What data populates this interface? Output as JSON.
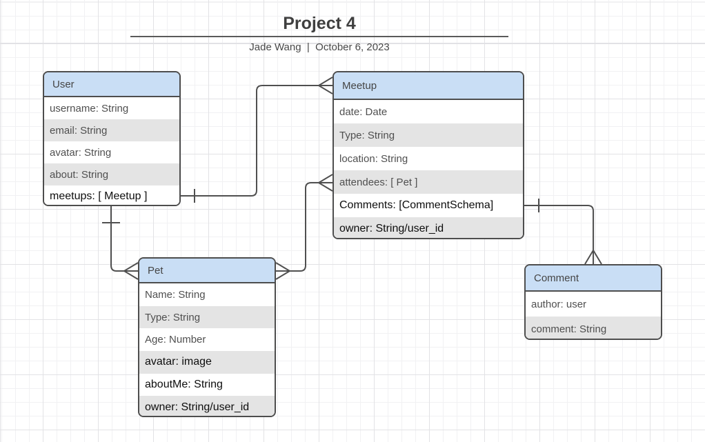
{
  "header": {
    "title": "Project 4",
    "subtitle": "Jade Wang  |  October 6, 2023"
  },
  "colors": {
    "entity_header_fill": "#c9def5",
    "entity_border": "#4d4d4d",
    "row_alt_fill": "#e4e4e4",
    "row_text": "#4f4f4f",
    "row_text_emphasis": "#0d0d0d",
    "connector": "#4f4f4f",
    "grid_minor": "#f1f1f3",
    "grid_major": "#e2e2e5"
  },
  "entities": [
    {
      "name": "User",
      "rows": [
        {
          "text": "username: String",
          "emphasis": false
        },
        {
          "text": "email: String",
          "emphasis": false
        },
        {
          "text": "avatar: String",
          "emphasis": false
        },
        {
          "text": "about: String",
          "emphasis": false
        },
        {
          "text": "meetups: [ Meetup ]",
          "emphasis": true
        }
      ]
    },
    {
      "name": "Meetup",
      "rows": [
        {
          "text": "date: Date",
          "emphasis": false
        },
        {
          "text": "Type: String",
          "emphasis": false
        },
        {
          "text": "location: String",
          "emphasis": false
        },
        {
          "text": "attendees: [ Pet ]",
          "emphasis": false
        },
        {
          "text": "Comments: [CommentSchema]",
          "emphasis": true
        },
        {
          "text": "owner: String/user_id",
          "emphasis": true
        }
      ]
    },
    {
      "name": "Pet",
      "rows": [
        {
          "text": "Name: String",
          "emphasis": false
        },
        {
          "text": "Type: String",
          "emphasis": false
        },
        {
          "text": "Age: Number",
          "emphasis": false
        },
        {
          "text": "avatar: image",
          "emphasis": true
        },
        {
          "text": "aboutMe: String",
          "emphasis": true
        },
        {
          "text": "owner: String/user_id",
          "emphasis": true
        }
      ]
    },
    {
      "name": "Comment",
      "rows": [
        {
          "text": "author: user",
          "emphasis": false
        },
        {
          "text": "comment: String",
          "emphasis": false
        }
      ]
    }
  ],
  "relationships": [
    {
      "from": "User.meetups",
      "to": "Meetup",
      "from_cardinality": "one",
      "to_cardinality": "many"
    },
    {
      "from": "User",
      "to": "Pet",
      "from_cardinality": "one",
      "to_cardinality": "many"
    },
    {
      "from": "Pet",
      "to": "Meetup.attendees",
      "from_cardinality": "many",
      "to_cardinality": "many"
    },
    {
      "from": "Meetup.Comments",
      "to": "Comment",
      "from_cardinality": "one",
      "to_cardinality": "many"
    }
  ]
}
